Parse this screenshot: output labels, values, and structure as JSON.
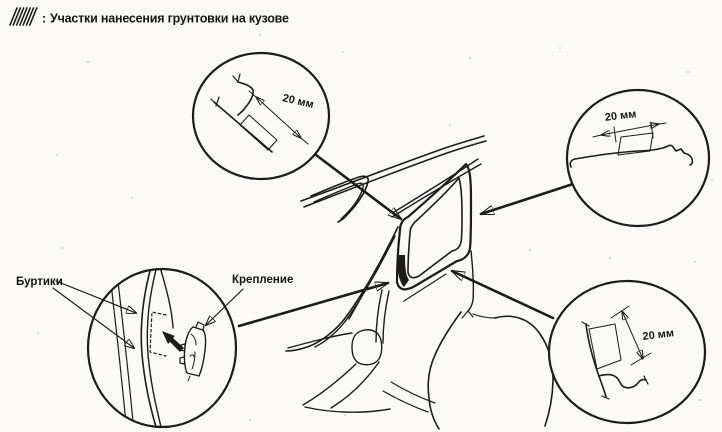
{
  "colors": {
    "paper": "#fbfaf6",
    "ink": "#1c1c1c"
  },
  "legend": {
    "swatch_icon": "hatch-swatch",
    "separator": ":",
    "text": "Участки нанесения грунтовки на кузове"
  },
  "callouts": {
    "top_left": {
      "dimension": "20 мм"
    },
    "right": {
      "dimension": "20 мм"
    },
    "bottom_right": {
      "dimension": "20 мм"
    },
    "bottom_left": {
      "labels": {
        "flanges": "Буртики",
        "fastener": "Крепление"
      }
    }
  }
}
